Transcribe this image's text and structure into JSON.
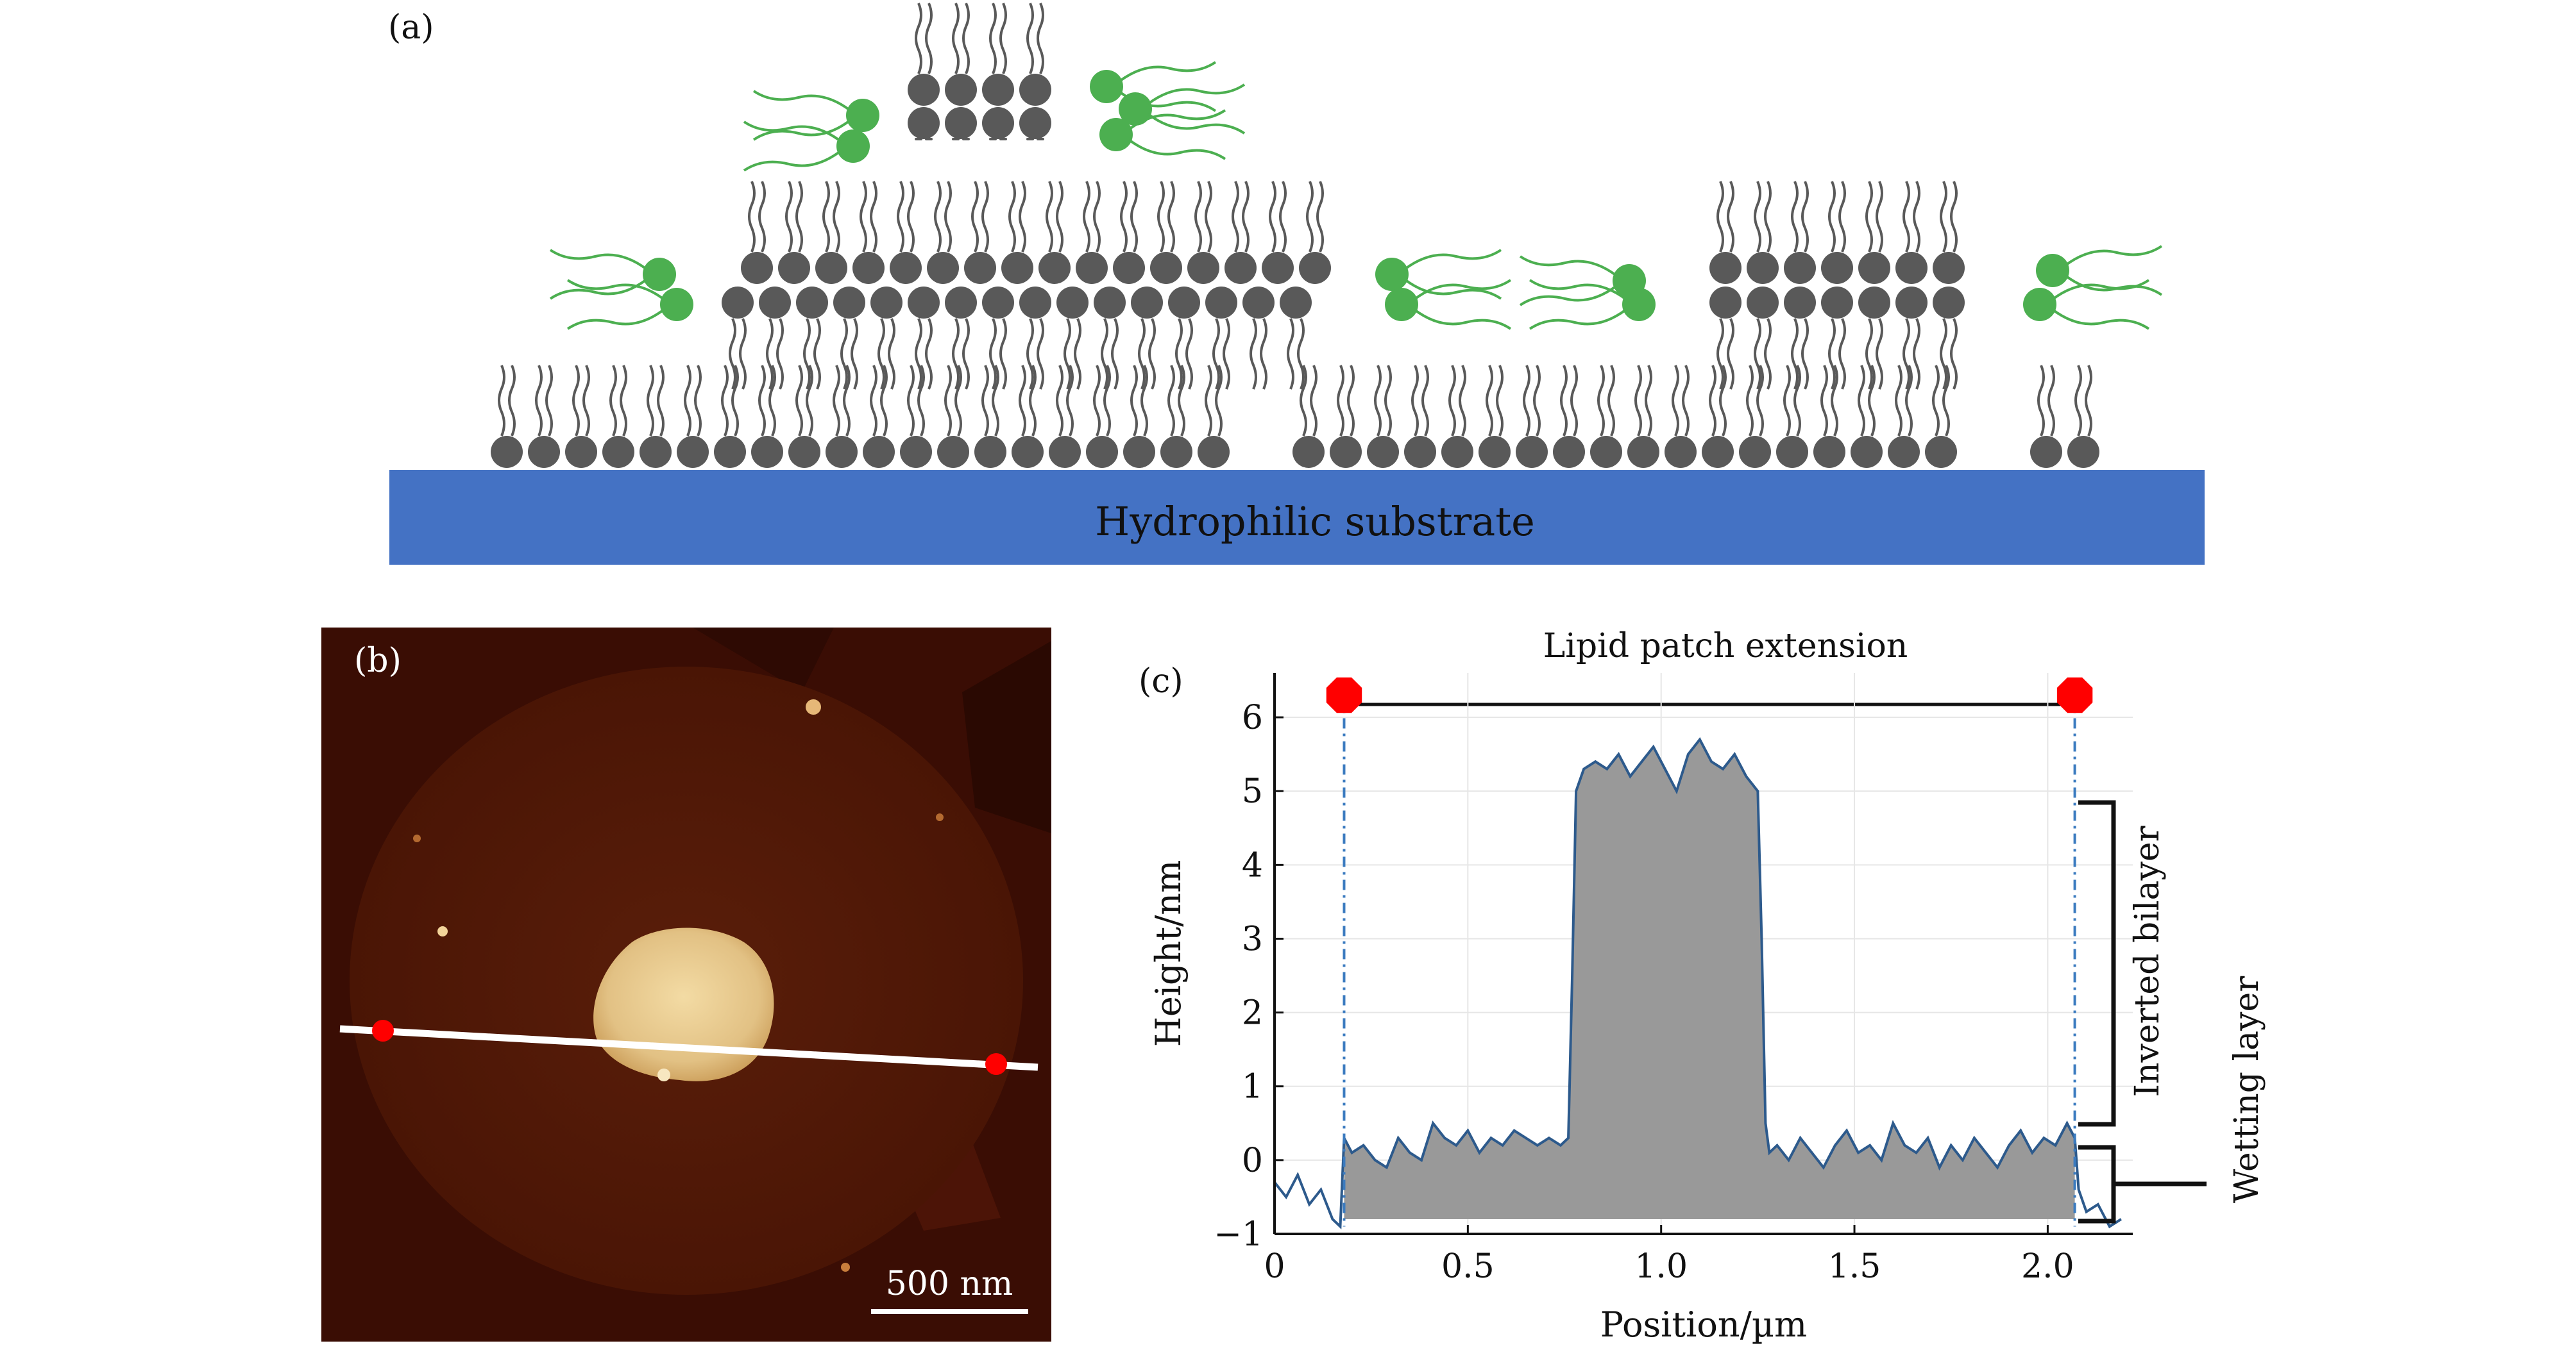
{
  "panel_a": {
    "label": "(a)",
    "substrate_label": "Hydrophilic substrate",
    "colors": {
      "substrate": "#4472c4",
      "lipid_gray": "#595959",
      "lipid_green": "#4caf50"
    }
  },
  "panel_b": {
    "label": "(b)",
    "scalebar_label": "500 nm",
    "colors": {
      "background": "#3a0d04",
      "patch": "#e2c184",
      "marker": "#ff0000"
    }
  },
  "panel_c": {
    "label": "(c)",
    "top_label": "Lipid patch extension",
    "bracket_inverted": "Inverted bilayer",
    "bracket_wetting": "Wetting layer"
  },
  "chart_data": {
    "type": "area",
    "xlabel": "Position/µm",
    "ylabel": "Height/nm",
    "xlim": [
      0,
      2.22
    ],
    "ylim": [
      -1,
      6.6
    ],
    "xticks": [
      {
        "v": 0,
        "label": "0"
      },
      {
        "v": 0.5,
        "label": "0.5"
      },
      {
        "v": 1.0,
        "label": "1.0"
      },
      {
        "v": 1.5,
        "label": "1.5"
      },
      {
        "v": 2.0,
        "label": "2.0"
      }
    ],
    "yticks": [
      {
        "v": -1,
        "label": "−1"
      },
      {
        "v": 0,
        "label": "0"
      },
      {
        "v": 1,
        "label": "1"
      },
      {
        "v": 2,
        "label": "2"
      },
      {
        "v": 3,
        "label": "3"
      },
      {
        "v": 4,
        "label": "4"
      },
      {
        "v": 5,
        "label": "5"
      },
      {
        "v": 6,
        "label": "6"
      }
    ],
    "grid": true,
    "fill_color": "#999999",
    "line_color": "#2d5a8c",
    "markers_x": [
      0.18,
      2.07
    ],
    "x": [
      0.0,
      0.03,
      0.06,
      0.09,
      0.12,
      0.15,
      0.17,
      0.18,
      0.2,
      0.23,
      0.26,
      0.29,
      0.32,
      0.35,
      0.38,
      0.41,
      0.44,
      0.47,
      0.5,
      0.53,
      0.56,
      0.59,
      0.62,
      0.65,
      0.68,
      0.71,
      0.74,
      0.76,
      0.77,
      0.78,
      0.8,
      0.83,
      0.86,
      0.89,
      0.92,
      0.95,
      0.98,
      1.01,
      1.04,
      1.07,
      1.1,
      1.13,
      1.16,
      1.19,
      1.22,
      1.25,
      1.26,
      1.27,
      1.28,
      1.3,
      1.33,
      1.36,
      1.39,
      1.42,
      1.45,
      1.48,
      1.51,
      1.54,
      1.57,
      1.6,
      1.63,
      1.66,
      1.69,
      1.72,
      1.75,
      1.78,
      1.81,
      1.84,
      1.87,
      1.9,
      1.93,
      1.96,
      1.99,
      2.02,
      2.05,
      2.07,
      2.08,
      2.1,
      2.13,
      2.16,
      2.19
    ],
    "y": [
      -0.3,
      -0.5,
      -0.2,
      -0.6,
      -0.4,
      -0.8,
      -0.9,
      0.3,
      0.1,
      0.2,
      0.0,
      -0.1,
      0.3,
      0.1,
      0.0,
      0.5,
      0.3,
      0.2,
      0.4,
      0.1,
      0.3,
      0.2,
      0.4,
      0.3,
      0.2,
      0.3,
      0.2,
      0.3,
      2.5,
      5.0,
      5.3,
      5.4,
      5.3,
      5.5,
      5.2,
      5.4,
      5.6,
      5.3,
      5.0,
      5.5,
      5.7,
      5.4,
      5.3,
      5.5,
      5.2,
      5.0,
      3.0,
      0.5,
      0.1,
      0.2,
      0.0,
      0.3,
      0.1,
      -0.1,
      0.2,
      0.4,
      0.1,
      0.2,
      0.0,
      0.5,
      0.2,
      0.1,
      0.3,
      -0.1,
      0.2,
      0.0,
      0.3,
      0.1,
      -0.1,
      0.2,
      0.4,
      0.1,
      0.3,
      0.2,
      0.5,
      0.3,
      -0.4,
      -0.7,
      -0.6,
      -0.9,
      -0.8
    ]
  }
}
